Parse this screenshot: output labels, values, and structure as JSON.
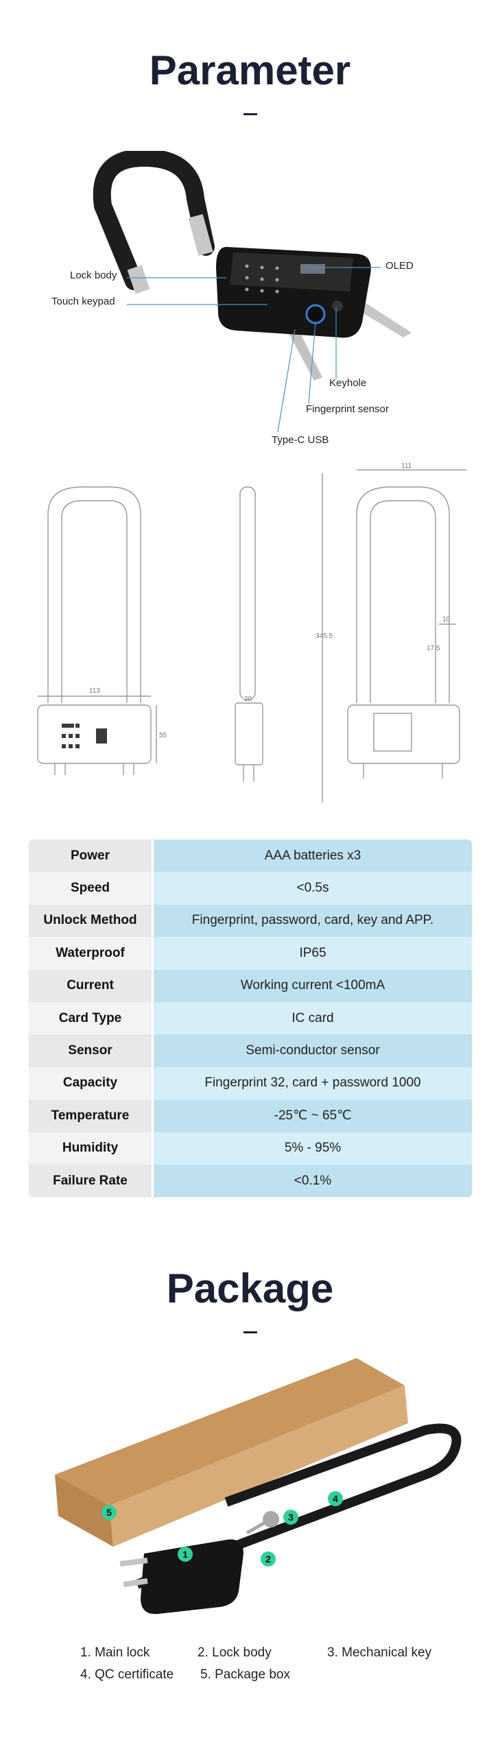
{
  "parameter": {
    "title": "Parameter",
    "callouts": {
      "lock_body": "Lock body",
      "touch_keypad": "Touch keypad",
      "oled": "OLED",
      "keyhole": "Keyhole",
      "fingerprint_sensor": "Fingerprint sensor",
      "type_c_usb": "Type-C USB"
    },
    "dimensions": {
      "width_top": "111",
      "body_width": "113",
      "body_height": "55",
      "depth": "20",
      "total_height": "345.5",
      "pin_a": "10",
      "pin_b": "17.5"
    }
  },
  "specs": [
    {
      "label": "Power",
      "value": "AAA batteries x3"
    },
    {
      "label": "Speed",
      "value": "<0.5s"
    },
    {
      "label": "Unlock Method",
      "value": "Fingerprint, password, card, key and APP."
    },
    {
      "label": "Waterproof",
      "value": "IP65"
    },
    {
      "label": "Current",
      "value": "Working current <100mA"
    },
    {
      "label": "Card Type",
      "value": "IC card"
    },
    {
      "label": "Sensor",
      "value": "Semi-conductor sensor"
    },
    {
      "label": "Capacity",
      "value": "Fingerprint 32, card + password 1000"
    },
    {
      "label": "Temperature",
      "value": "-25℃ ~ 65℃"
    },
    {
      "label": "Humidity",
      "value": "5% - 95%"
    },
    {
      "label": "Failure Rate",
      "value": "<0.1%"
    }
  ],
  "package": {
    "title": "Package",
    "badges": [
      "1",
      "2",
      "3",
      "4",
      "5"
    ],
    "items": [
      "1. Main lock",
      "2. Lock body",
      "3. Mechanical key",
      "4. QC certificate",
      "5. Package box"
    ]
  },
  "colors": {
    "heading": "#1b2035",
    "spec_value_dark": "#bfe1ef",
    "spec_value_light": "#d6eef8",
    "badge": "#2fcf9b",
    "box": "#d4a874"
  }
}
